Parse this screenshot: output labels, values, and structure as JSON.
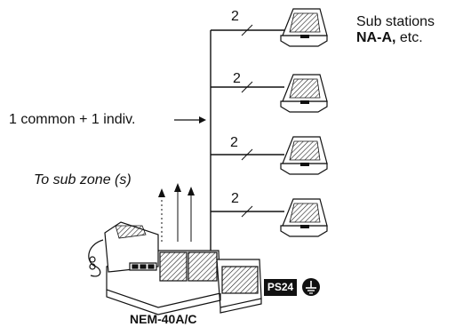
{
  "labels": {
    "sub_stations_line1": "Sub stations",
    "sub_stations_model": "NA-A,",
    "sub_stations_suffix": " etc.",
    "wiring": "1 common + 1 indiv.",
    "sub_zone": "To sub zone (s)",
    "master_model": "NEM-40A/C",
    "power_supply": "PS24"
  },
  "wire_counts": [
    "2",
    "2",
    "2",
    "2"
  ],
  "icons": [
    "arrow-right-icon",
    "ground-icon",
    "sub-station-icon",
    "master-station-icon",
    "arrow-up-icon"
  ],
  "colors": {
    "ink": "#111111",
    "paper": "#ffffff"
  }
}
